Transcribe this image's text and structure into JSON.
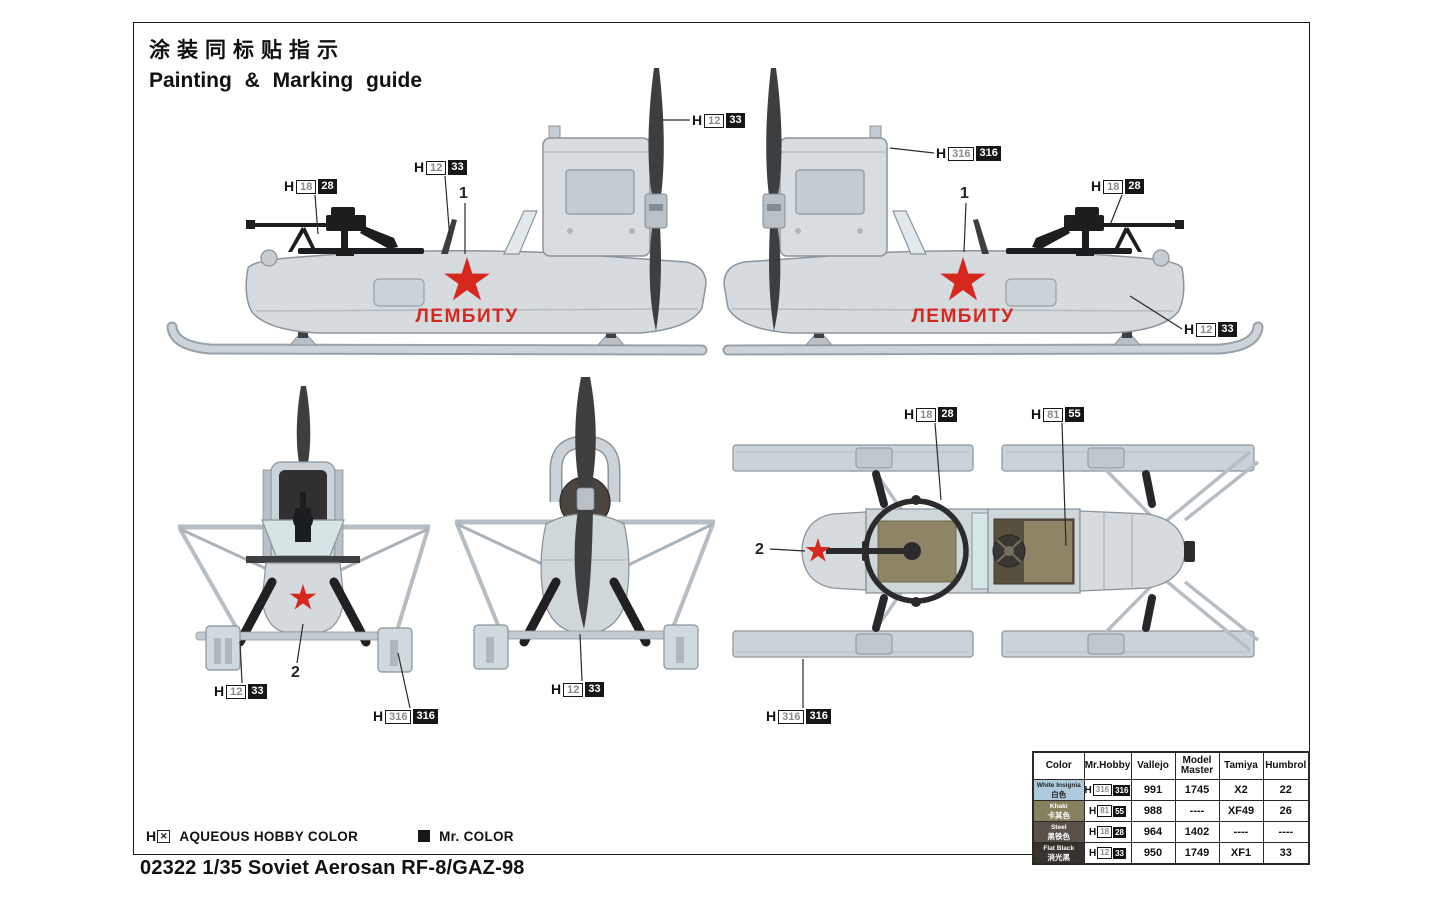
{
  "page": {
    "title_cn": "涂装同标贴指示",
    "title_en": "Painting & Marking guide",
    "footer": "02322 1/35 Soviet Aerosan RF-8/GAZ-98"
  },
  "legend": {
    "aqueous_prefix": "H",
    "aqueous_label": "AQUEOUS HOBBY COLOR",
    "mr_color_label": "Mr. COLOR"
  },
  "marking": {
    "slogan": "ЛЕМБИТУ"
  },
  "markers": [
    "1",
    "1",
    "2",
    "2"
  ],
  "callouts": [
    {
      "prefix": "H",
      "h": "18",
      "mr": "28"
    },
    {
      "prefix": "H",
      "h": "12",
      "mr": "33"
    },
    {
      "prefix": "H",
      "h": "12",
      "mr": "33"
    },
    {
      "prefix": "H",
      "h": "316",
      "mr": "316"
    },
    {
      "prefix": "H",
      "h": "18",
      "mr": "28"
    },
    {
      "prefix": "H",
      "h": "12",
      "mr": "33"
    },
    {
      "prefix": "H",
      "h": "12",
      "mr": "33"
    },
    {
      "prefix": "H",
      "h": "316",
      "mr": "316"
    },
    {
      "prefix": "H",
      "h": "12",
      "mr": "33"
    },
    {
      "prefix": "H",
      "h": "18",
      "mr": "28"
    },
    {
      "prefix": "H",
      "h": "81",
      "mr": "55"
    },
    {
      "prefix": "H",
      "h": "316",
      "mr": "316"
    }
  ],
  "colors": {
    "star_red": "#d6281f",
    "body_gray": "#d5dbdf",
    "propeller_dark": "#3c3e40",
    "khaki": "#8d8565",
    "ski_gray": "#ccd3d8"
  },
  "table": {
    "headers": [
      "Color",
      "Mr.Hobby",
      "Vallejo",
      "Model Master",
      "Tamiya",
      "Humbrol"
    ],
    "rows": [
      {
        "name_en": "White Insignia",
        "name_cn": "白色",
        "swatch": "#aecbdd",
        "text_color": "#1f1f1f",
        "h": "316",
        "mr": "316",
        "vallejo": "991",
        "model_master": "1745",
        "tamiya": "X2",
        "humbrol": "22"
      },
      {
        "name_en": "Khaki",
        "name_cn": "卡其色",
        "swatch": "#86805f",
        "text_color": "#ffffff",
        "h": "81",
        "mr": "55",
        "vallejo": "988",
        "model_master": "----",
        "tamiya": "XF49",
        "humbrol": "26"
      },
      {
        "name_en": "Steel",
        "name_cn": "黑铁色",
        "swatch": "#5c5149",
        "text_color": "#ffffff",
        "h": "18",
        "mr": "28",
        "vallejo": "964",
        "model_master": "1402",
        "tamiya": "----",
        "humbrol": "----"
      },
      {
        "name_en": "Flat Black",
        "name_cn": "消光黑",
        "swatch": "#38322d",
        "text_color": "#ffffff",
        "h": "12",
        "mr": "33",
        "vallejo": "950",
        "model_master": "1749",
        "tamiya": "XF1",
        "humbrol": "33"
      }
    ]
  }
}
